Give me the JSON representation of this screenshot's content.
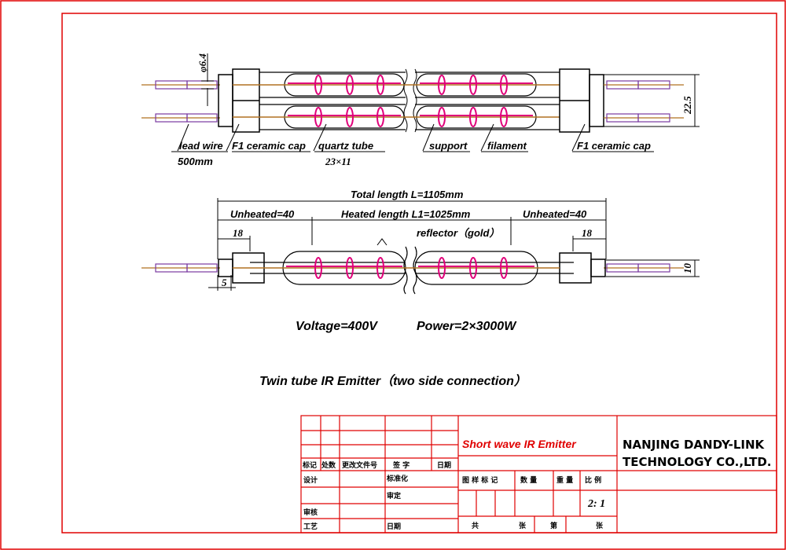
{
  "labels": {
    "phi": "φ6.4",
    "dim_22_5": "22.5",
    "lead_wire": "lead wire",
    "lead_len": "500mm",
    "cap_left": "F1 ceramic cap",
    "quartz_tube": "quartz tube",
    "quartz_size": "23×11",
    "support": "support",
    "filament": "filament",
    "cap_right": "F1 ceramic cap",
    "total_length": "Total length  L=1105mm",
    "unheated_left": "Unheated=40",
    "heated_length": "Heated length  L1=1025mm",
    "unheated_right": "Unheated=40",
    "dim_18_left": "18",
    "dim_18_right": "18",
    "reflector": "reflector（gold）",
    "dim_5": "5",
    "dim_10": "10"
  },
  "specs": {
    "voltage": "Voltage=400V",
    "power": "Power=2×3000W",
    "title": "Twin tube IR Emitter（two side connection）"
  },
  "title_block": {
    "product": "Short wave IR Emitter",
    "company_line1": "NANJING DANDY-LINK",
    "company_line2": "TECHNOLOGY CO.,LTD.",
    "hdr_mark": "标记",
    "hdr_count": "处数",
    "hdr_doc": "更改文件号",
    "hdr_sign": "签 字",
    "hdr_date": "日期",
    "design": "设计",
    "standard": "标准化",
    "check": "审核",
    "approve": "审定",
    "process": "工艺",
    "date": "日期",
    "stage": "图 样 标 记",
    "weight_qty": "数 量",
    "weight": "重 量",
    "scale_lbl": "比 例",
    "scale": "2: 1",
    "total": "共",
    "sheet": "张",
    "page": "第",
    "sheet2": "张"
  },
  "colors": {
    "frame": "#e00000",
    "filament": "#e0007a",
    "wire": "#b07020",
    "text": "#000000"
  }
}
